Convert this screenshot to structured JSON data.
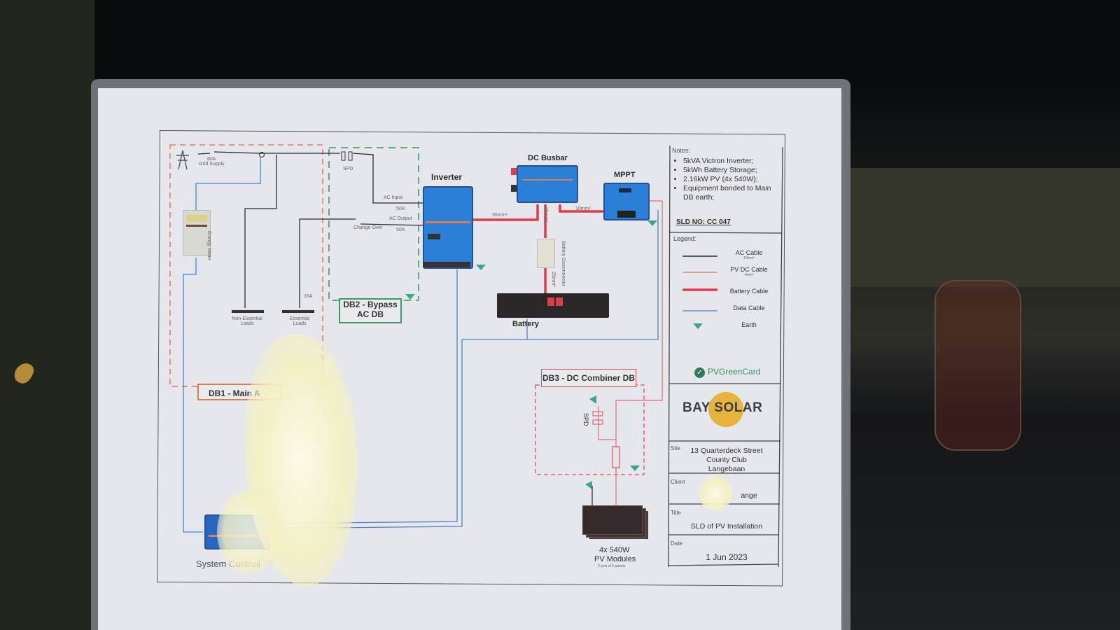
{
  "scene": {
    "description": "Photo of a laminated printed single line diagram (SLD) for a PV installation mounted on a dark surface",
    "colors": {
      "ac_cable": "#2b2b2b",
      "pv_dc_cable": "#e0707a",
      "battery_cable": "#e23a48",
      "data_cable": "#4b7fcc",
      "earth": "#3aa886",
      "db1_border": "#e07b50",
      "db2_border": "#3c9a6a",
      "db3_border": "#d9505a",
      "device_blue": "#2a7fd6",
      "logo_sun": "#e7b43b"
    }
  },
  "diagram": {
    "grid_supply": {
      "rating": "60A",
      "label": "Grid Supply"
    },
    "energy_meter": "Energy Meter",
    "spd_ac": "SPD",
    "ac_input": {
      "label": "AC Input",
      "rating": "50A"
    },
    "ac_output": {
      "label": "AC Output",
      "rating": "50A"
    },
    "change_over": "Change Over",
    "essential_breaker": "16A",
    "non_essential_loads": "Non-Essential Loads",
    "essential_loads": "Essential Loads",
    "db1": "DB1 - Main AC",
    "db1_visible": "DB1 - Main A",
    "db2_line1": "DB2 - Bypass",
    "db2_line2": "AC DB",
    "inverter": "Inverter",
    "dc_busbar": "DC Busbar",
    "mppt": "MPPT",
    "cable_inverter_busbar": "35mm²",
    "cable_busbar_battery": "25mm²",
    "cable_busbar_mppt": "10mm²",
    "cable_disconnect_battery": "25mm²",
    "battery_disconnector": "Battery Disconnector",
    "battery": "Battery",
    "db3": "DB3 - DC Combiner DB",
    "spd_dc": "SPD",
    "pv_modules_line1": "4x 540W",
    "pv_modules_line2": "PV Modules",
    "pv_modules_sub": "2 sets of 2 panels",
    "system_controller": "System Controller",
    "system_controller_visible": "System Controll"
  },
  "notes": {
    "title": "Notes:",
    "items": [
      "5kVA Victron Inverter;",
      "5kWh Battery Storage;",
      "2.16kW PV (4x 540W);",
      "Equipment bonded to Main DB earth;"
    ],
    "sld_no": "SLD NO: CC 047"
  },
  "legend": {
    "title": "Legend:",
    "items": [
      {
        "label": "AC Cable",
        "sub": "10mm²",
        "type": "ac"
      },
      {
        "label": "PV DC Cable",
        "sub": "4mm²",
        "type": "pvdc"
      },
      {
        "label": "Battery Cable",
        "sub": "",
        "type": "battery"
      },
      {
        "label": "Data Cable",
        "sub": "",
        "type": "data"
      },
      {
        "label": "Earth",
        "sub": "",
        "type": "earth"
      }
    ]
  },
  "certification": "PVGreenCard",
  "company": "BAY SOLAR",
  "title_block": {
    "site_label": "Site",
    "site_lines": [
      "13 Quarterdeck Street",
      "County Club",
      "Langebaan"
    ],
    "client_label": "Client",
    "client_value": "ange",
    "title_label": "Title",
    "title_value": "SLD of PV Installation",
    "date_label": "Date",
    "date_value": "1 Jun 2023"
  }
}
